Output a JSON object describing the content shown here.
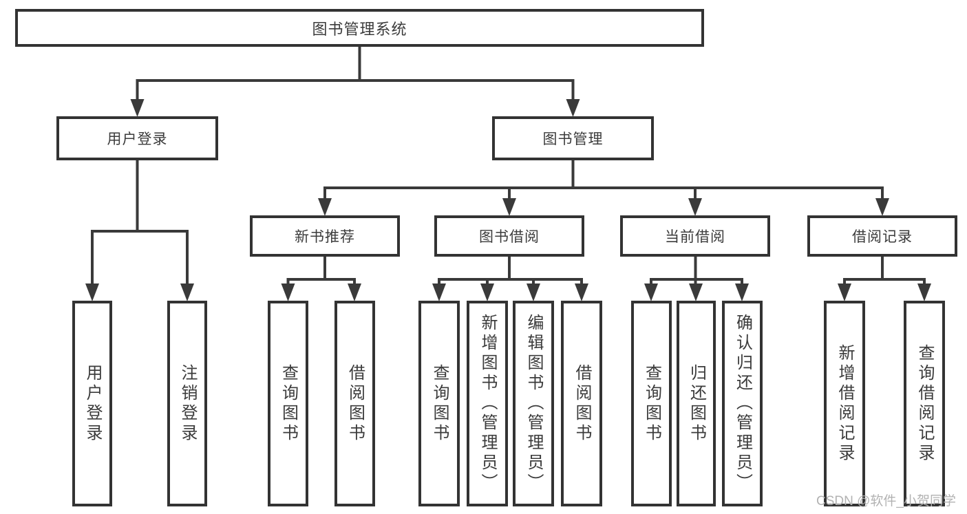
{
  "diagram": {
    "title": "图书管理系统",
    "level2": {
      "user_login": "用户登录",
      "book_management": "图书管理"
    },
    "level3": {
      "new_books": "新书推荐",
      "book_borrow": "图书借阅",
      "current_borrow": "当前借阅",
      "borrow_records": "借阅记录"
    },
    "leaves": {
      "user_login": [
        "用户登录",
        "注销登录"
      ],
      "new_books": [
        "查询图书",
        "借阅图书"
      ],
      "book_borrow": [
        "查询图书",
        "新增图书（管理员）",
        "编辑图书（管理员）",
        "借阅图书"
      ],
      "current_borrow": [
        "查询图书",
        "归还图书",
        "确认归还（管理员）"
      ],
      "borrow_records": [
        "新增借阅记录",
        "查询借阅记录"
      ]
    },
    "watermark": "CSDN @软件_小贺同学",
    "colors": {
      "line": "#3a3a3a",
      "box_border": "#333333",
      "text": "#3b3b3b",
      "watermark": "#b2b2b2",
      "background": "#ffffff"
    }
  }
}
